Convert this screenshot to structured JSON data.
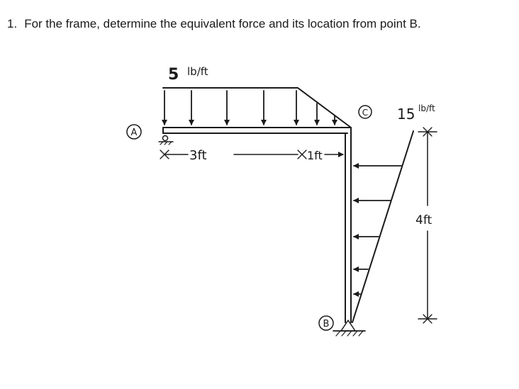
{
  "problem": {
    "number": "1.",
    "text": "For the frame, determine the equivalent force and its location from point B."
  },
  "labels": {
    "top_load": "5",
    "top_load_unit": "lb/ft",
    "side_load": "15",
    "side_load_unit": "lb/ft",
    "dim_3ft": "3ft",
    "dim_1ft": "1ft",
    "dim_4ft": "4ft",
    "point_a": "A",
    "point_b": "B",
    "point_c": "C"
  },
  "colors": {
    "ink": "#1a1a1a"
  }
}
